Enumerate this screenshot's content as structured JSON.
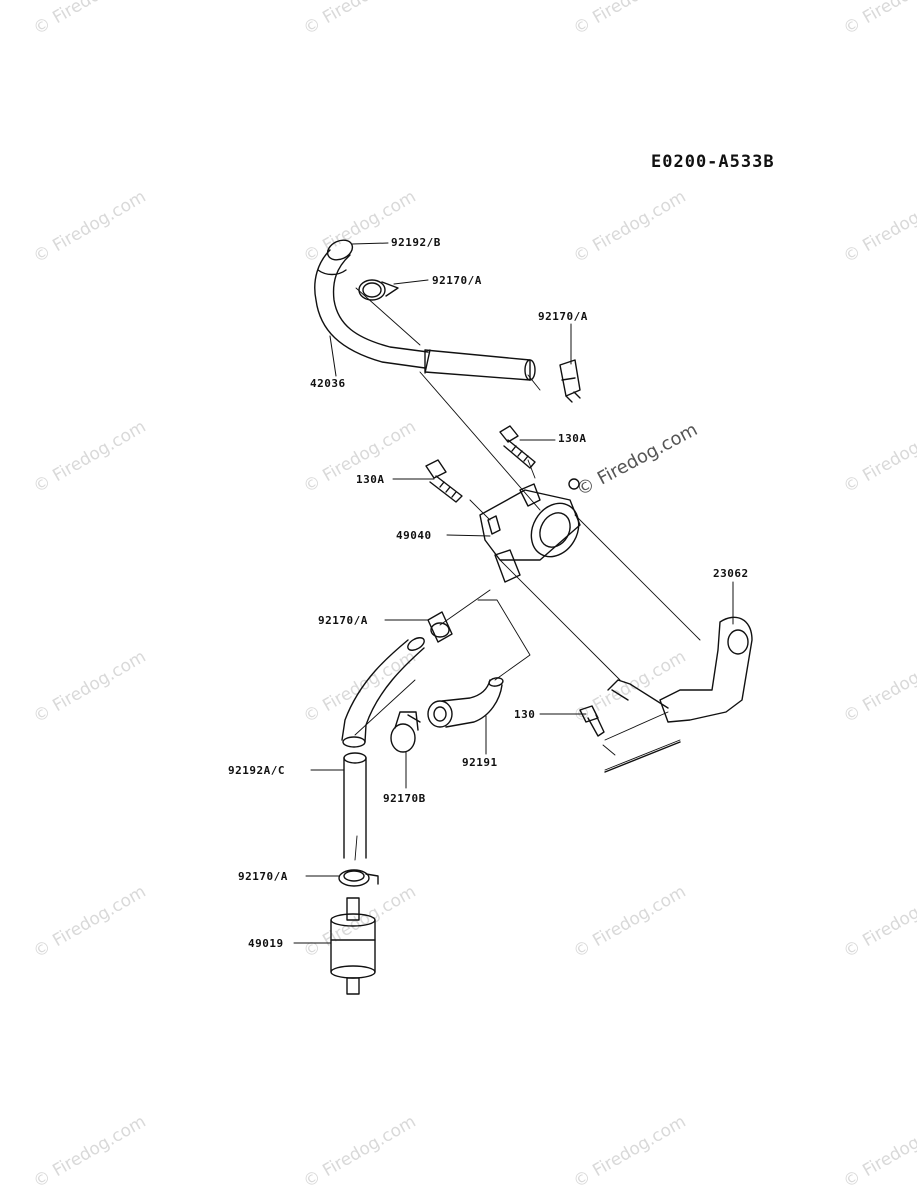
{
  "diagram": {
    "code": "E0200-A533B",
    "watermark_text": "© Firedog.com",
    "center_watermark": "© Firedog.com",
    "parts": [
      {
        "id": "92192/B"
      },
      {
        "id": "92170/A"
      },
      {
        "id": "92170/A"
      },
      {
        "id": "42036"
      },
      {
        "id": "130A"
      },
      {
        "id": "130A"
      },
      {
        "id": "49040"
      },
      {
        "id": "23062"
      },
      {
        "id": "92170/A"
      },
      {
        "id": "130"
      },
      {
        "id": "92191"
      },
      {
        "id": "92192A/C"
      },
      {
        "id": "92170B"
      },
      {
        "id": "92170/A"
      },
      {
        "id": "49019"
      }
    ]
  }
}
